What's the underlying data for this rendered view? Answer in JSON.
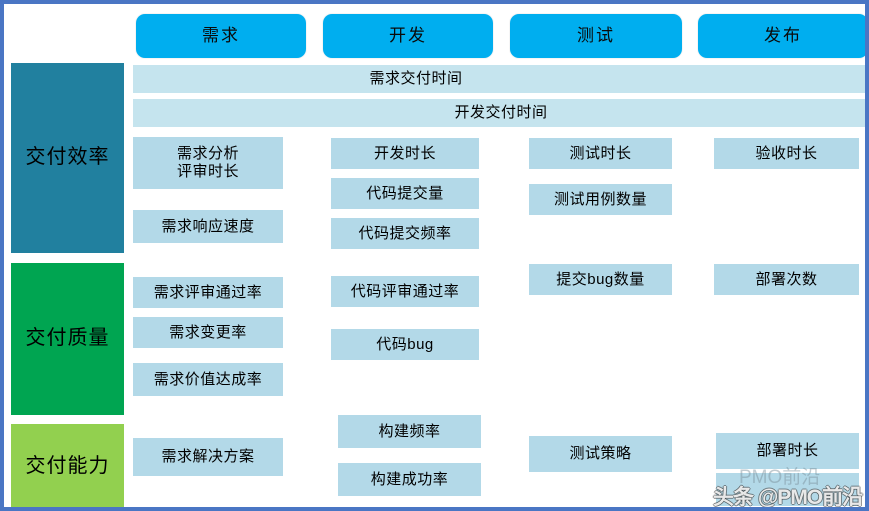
{
  "frame": {
    "border_color": "#4A76C4",
    "background": "#ffffff"
  },
  "palette": {
    "stage_pill": "#00AEEF",
    "metric_box": "#B3D9E8",
    "band_box": "#C5E4EE",
    "category_efficiency": "#21809F",
    "category_quality": "#00A551",
    "category_capability": "#92D04F"
  },
  "stages": [
    {
      "label": "需求"
    },
    {
      "label": "开发"
    },
    {
      "label": "测试"
    },
    {
      "label": "发布"
    }
  ],
  "bands": [
    {
      "label": "需求交付时间"
    },
    {
      "label": "开发交付时间"
    }
  ],
  "categories": [
    {
      "key": "efficiency",
      "label": "交付效率"
    },
    {
      "key": "quality",
      "label": "交付质量"
    },
    {
      "key": "capability",
      "label": "交付能力"
    }
  ],
  "metrics": {
    "efficiency": {
      "demand": [
        "需求分析\n评审时长",
        "需求响应速度"
      ],
      "dev": [
        "开发时长",
        "代码提交量",
        "代码提交频率"
      ],
      "test": [
        "测试时长",
        "测试用例数量"
      ],
      "release": [
        "验收时长"
      ]
    },
    "quality": {
      "demand": [
        "需求评审通过率",
        "需求变更率",
        "需求价值达成率"
      ],
      "dev": [
        "代码评审通过率",
        "代码bug"
      ],
      "test": [
        "提交bug数量"
      ],
      "release": [
        "部署次数"
      ]
    },
    "capability": {
      "demand": [
        "需求解决方案"
      ],
      "dev": [
        "构建频率",
        "构建成功率"
      ],
      "test": [
        "测试策略"
      ],
      "release": [
        "部署时长",
        ""
      ]
    }
  },
  "watermark": {
    "text": "头条 @PMO前沿",
    "ghost_text": "PMO前沿",
    "icon": "wechat-icon"
  }
}
